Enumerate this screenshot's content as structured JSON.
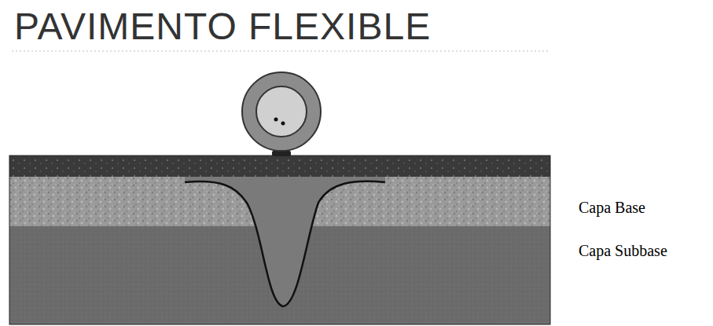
{
  "diagram": {
    "title": "PAVIMENTO FLEXIBLE",
    "labels": [
      "Capa Base",
      "Capa Subbase"
    ]
  }
}
